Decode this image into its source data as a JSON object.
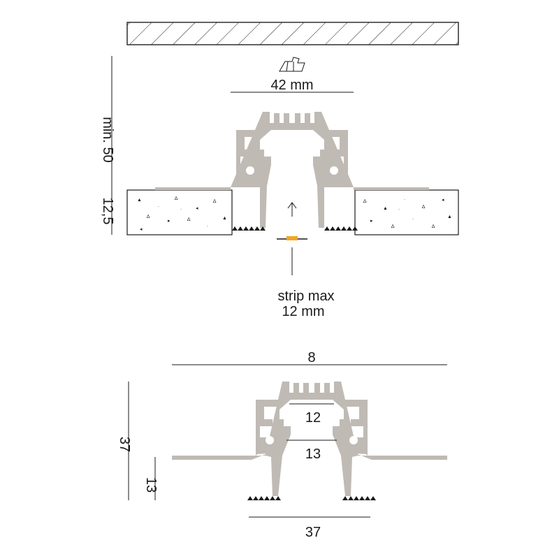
{
  "top_section": {
    "width_label": "42 mm",
    "height_label": "min. 50",
    "board_label": "12,5",
    "strip_label_line1": "strip max",
    "strip_label_line2": "12 mm"
  },
  "bottom_section": {
    "overall_width_label": "8",
    "height_label": "37",
    "flange_height_label": "13",
    "inner_top_label": "12",
    "inner_bottom_label": "13",
    "base_width_label": "37"
  },
  "colors": {
    "profile": "#bfbab4",
    "led": "#f2a623",
    "line": "#1a1a1a"
  }
}
